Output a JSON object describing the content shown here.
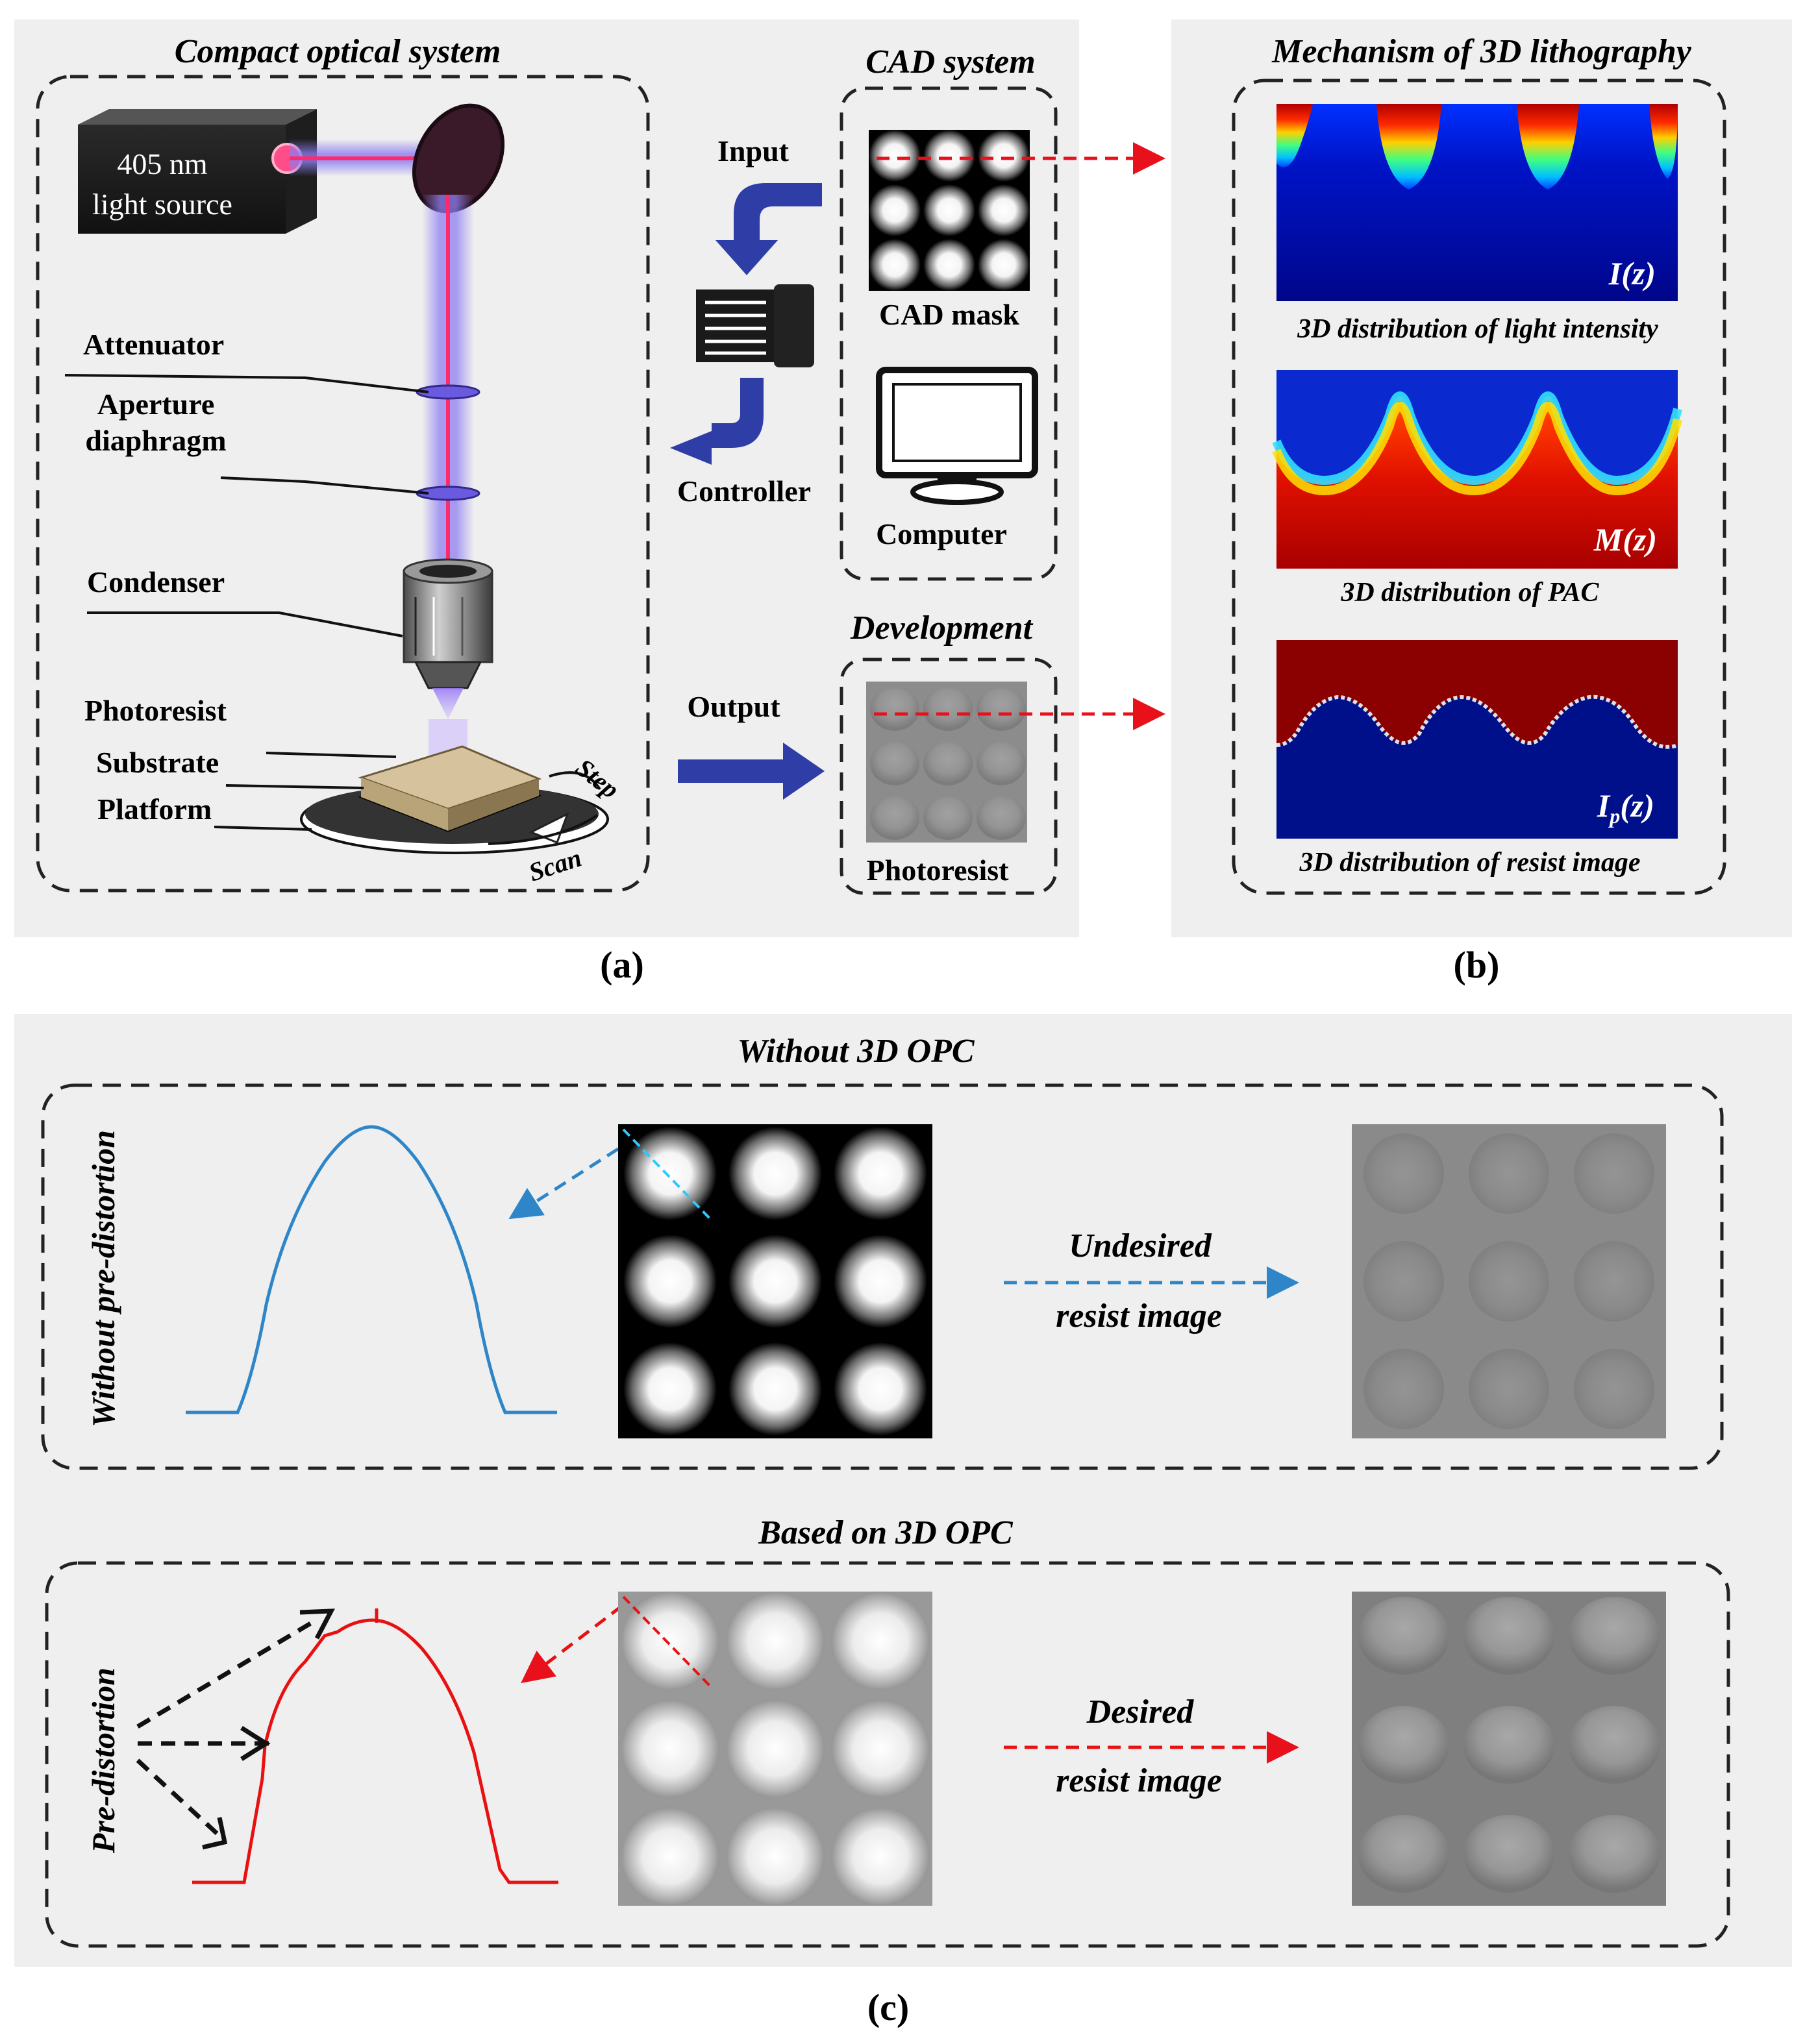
{
  "panel_a": {
    "compact_title": "Compact optical system",
    "light_source_line1": "405 nm",
    "light_source_line2": "light source",
    "attenuator": "Attenuator",
    "aperture_line1": "Aperture",
    "aperture_line2": "diaphragm",
    "condenser": "Condenser",
    "photoresist": "Photoresist",
    "substrate": "Substrate",
    "platform": "Platform",
    "step": "Step",
    "scan": "Scan",
    "cad_title": "CAD system",
    "input": "Input",
    "controller": "Controller",
    "cad_mask": "CAD mask",
    "computer": "Computer",
    "development_title": "Development",
    "output": "Output",
    "photoresist_label": "Photoresist",
    "panel_label": "(a)"
  },
  "panel_b": {
    "title": "Mechanism of 3D lithography",
    "iz_label": "I(z)",
    "iz_caption": "3D distribution of light intensity",
    "mz_label": "M(z)",
    "mz_caption": "3D distribution of PAC",
    "ip_label_main": "I",
    "ip_label_sub": "p",
    "ip_label_tail": "(z)",
    "ip_caption": "3D distribution of resist image",
    "panel_label": "(b)"
  },
  "panel_c": {
    "without_title": "Without 3D OPC",
    "without_side": "Without pre-distortion",
    "undesired_line1": "Undesired",
    "undesired_line2": "resist image",
    "based_title": "Based on 3D OPC",
    "pre_side": "Pre-distortion",
    "desired_line1": "Desired",
    "desired_line2": "resist image",
    "panel_label": "(c)"
  },
  "colors": {
    "panel_bg": "#efefef",
    "laser": "#ff2a6d",
    "beam_glow": "#8c7cf0",
    "arrow_blue": "#2f3ea6",
    "red_arrow": "#e8101a",
    "profile_blue": "#2e86c8",
    "profile_red": "#e81010",
    "ip_fill_red": "#8b0000",
    "ip_fill_blue": "#00108a"
  }
}
